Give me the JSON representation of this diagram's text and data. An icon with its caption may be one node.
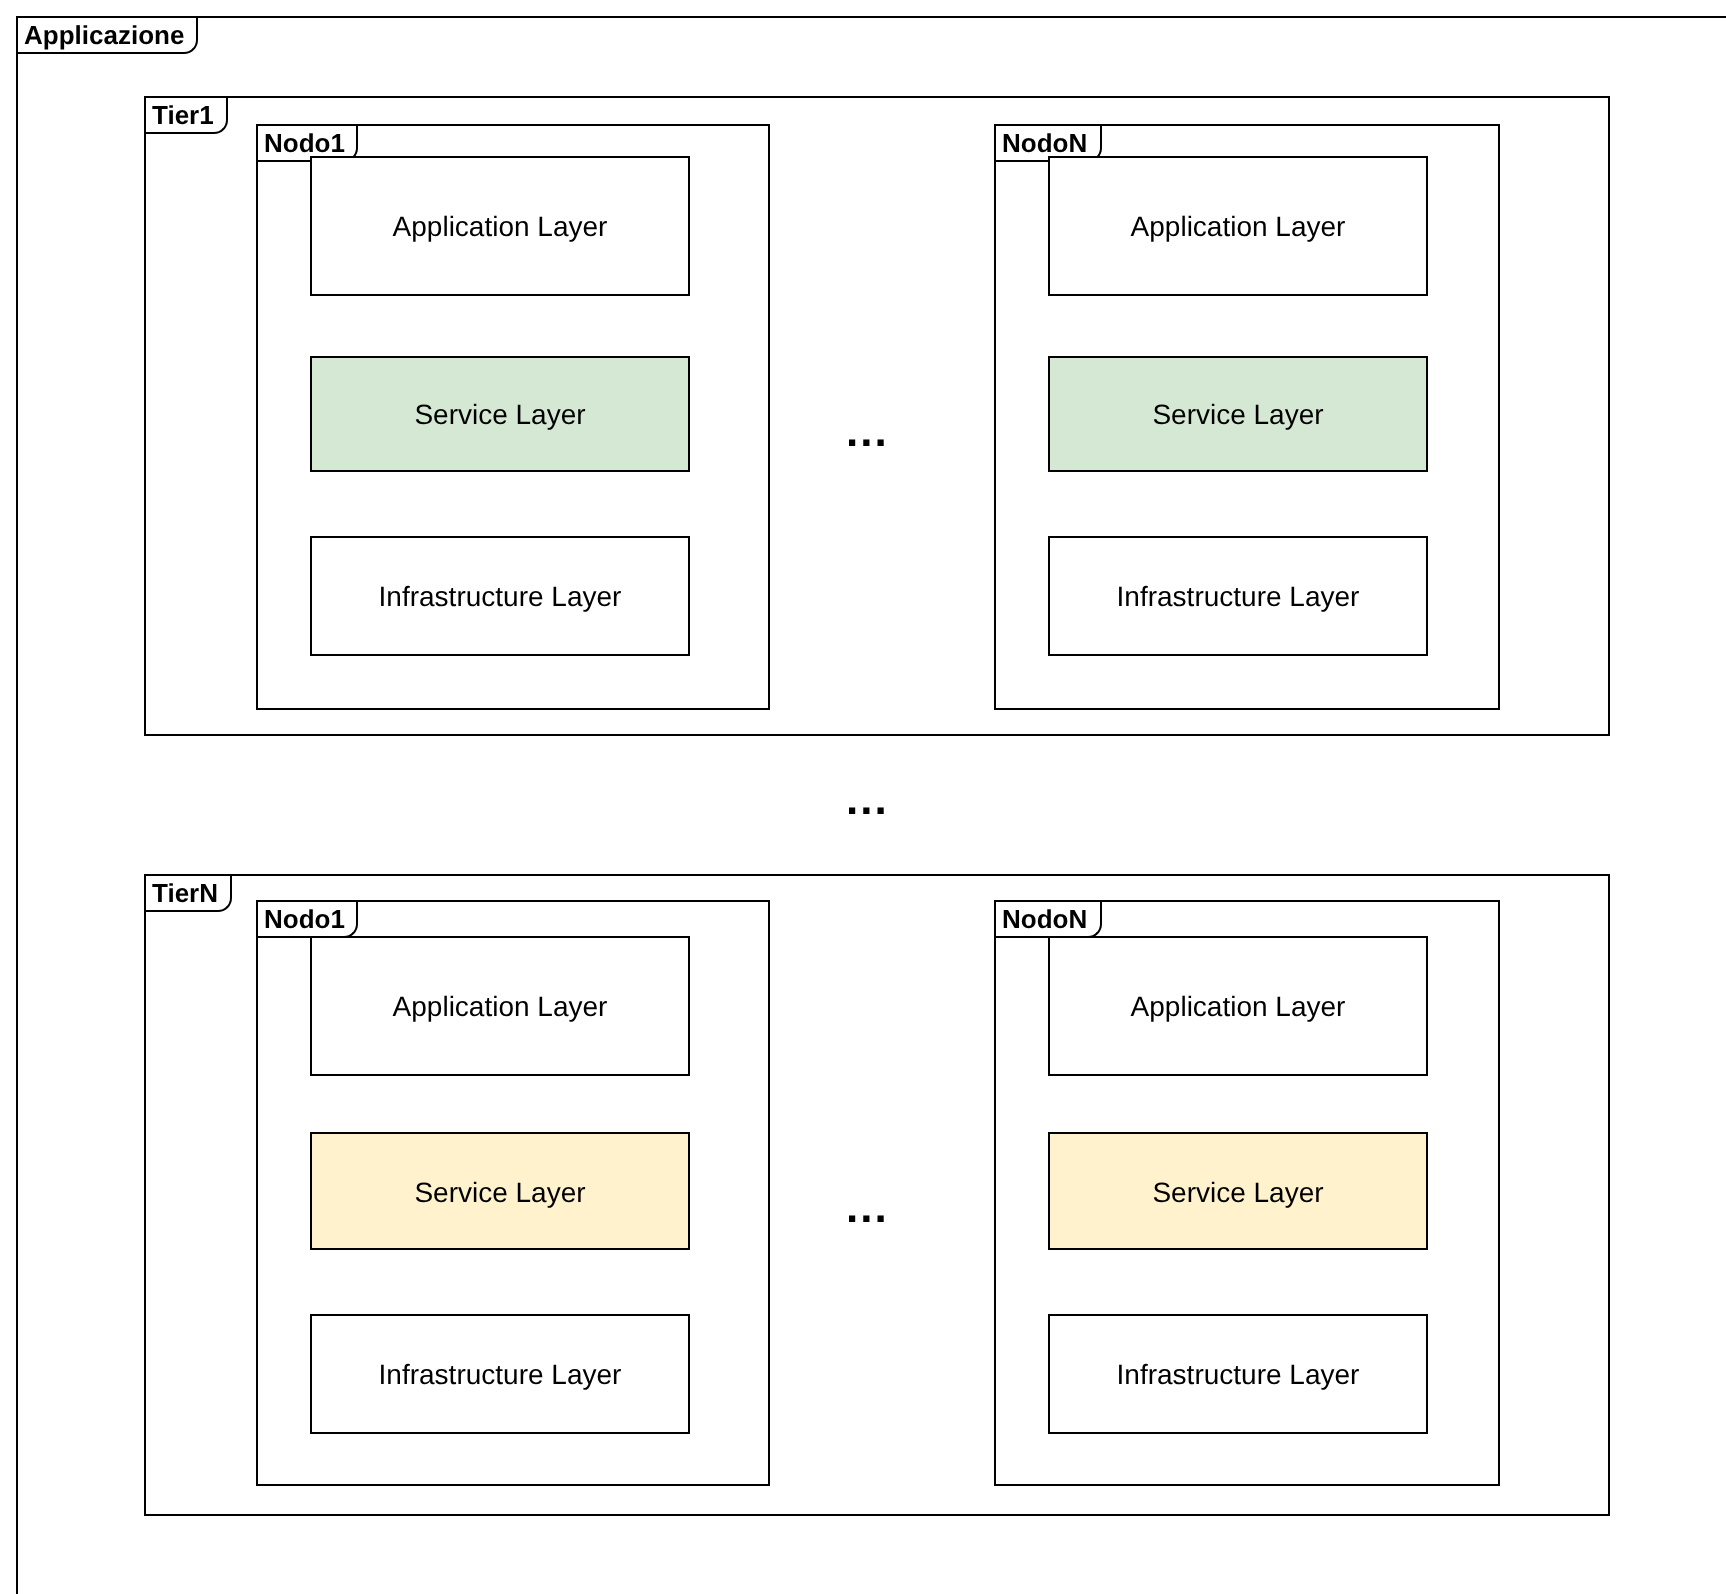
{
  "diagram": {
    "nodes": [
      {
        "text": [
          "Applicazione"
        ]
      },
      {
        "text": [
          "Tier1"
        ],
        "in": 0
      },
      {
        "text": [
          "Nodo1"
        ],
        "in": 1
      },
      {
        "text": [
          "Application Layer"
        ],
        "in": 2
      },
      {
        "text": [
          "Service Layer"
        ],
        "in": 2
      },
      {
        "text": [
          "Infrastructure Layer"
        ],
        "in": 2
      },
      {
        "text": [
          "NodoN"
        ],
        "in": 1
      },
      {
        "text": [
          "Application Layer"
        ],
        "in": 6
      },
      {
        "text": [
          "Service Layer"
        ],
        "in": 6
      },
      {
        "text": [
          "Infrastructure Layer"
        ],
        "in": 6
      },
      {
        "text": [
          "TierN"
        ],
        "in": 0
      },
      {
        "text": [
          "Nodo1"
        ],
        "in": 10
      },
      {
        "text": [
          "Application Layer"
        ],
        "in": 11
      },
      {
        "text": [
          "Service Layer"
        ],
        "in": 11
      },
      {
        "text": [
          "Infrastructure Layer"
        ],
        "in": 11
      },
      {
        "text": [
          "NodoN"
        ],
        "in": 10
      },
      {
        "text": [
          "Application Layer"
        ],
        "in": 15
      },
      {
        "text": [
          "Service Layer"
        ],
        "in": 15
      },
      {
        "text": [
          "Infrastructure Layer"
        ],
        "in": 15
      }
    ],
    "edges": [],
    "labels": [
      "...",
      "...",
      "..."
    ]
  }
}
